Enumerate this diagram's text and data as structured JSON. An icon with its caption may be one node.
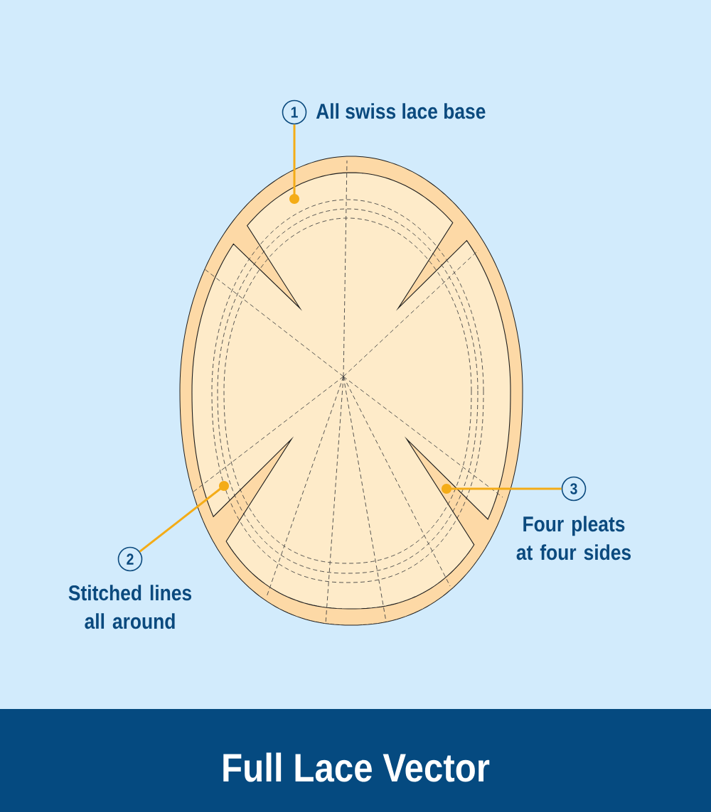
{
  "diagram": {
    "title": "Full Lace Vector",
    "nodes": [
      {
        "text": [
          "1"
        ],
        "beside": [
          "All swiss lace base"
        ]
      },
      {
        "text": [
          "2"
        ],
        "beside": [
          "Stitched lines all around"
        ]
      },
      {
        "text": [
          "3"
        ],
        "beside": [
          "Four pleats at four sides"
        ]
      }
    ],
    "edges": [
      {
        "from": 0,
        "to": null,
        "arrow": "other"
      },
      {
        "from": 1,
        "to": null,
        "arrow": "other"
      },
      {
        "from": 2,
        "to": null,
        "arrow": "other"
      }
    ]
  }
}
